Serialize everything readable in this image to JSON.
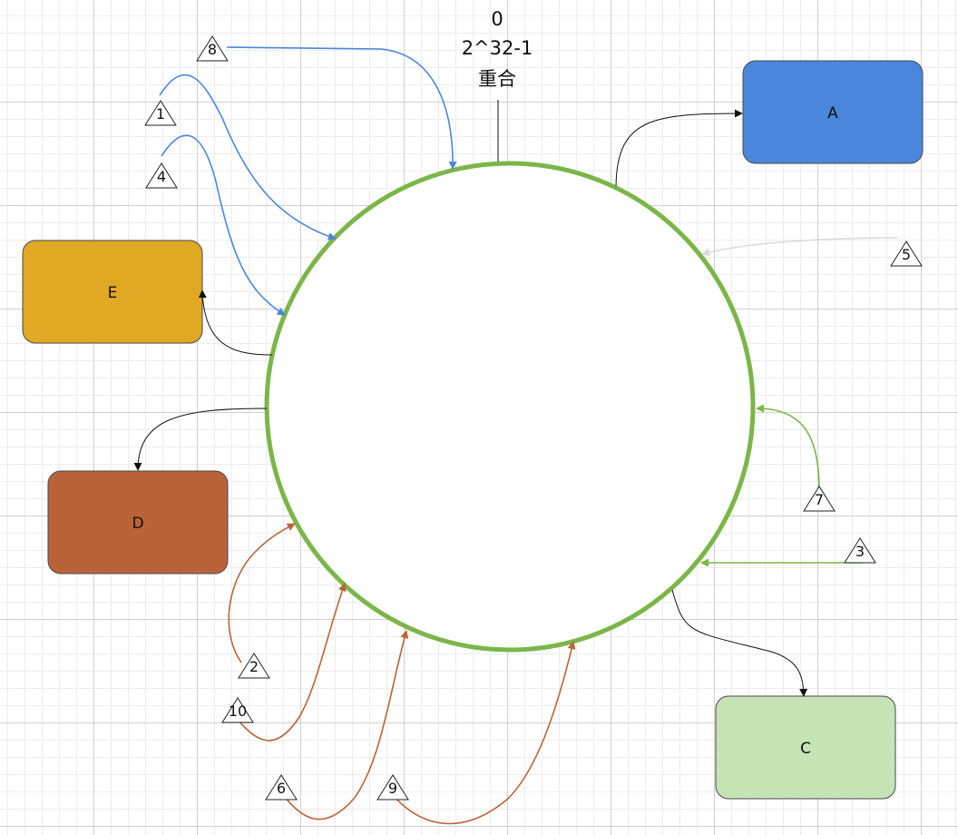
{
  "ring": {
    "color": "#7ab648",
    "zero_label": "0",
    "max_label": "2^32-1",
    "overlap_label": "重合"
  },
  "nodes": [
    {
      "id": "A",
      "label": "A",
      "color": "#4a86dc"
    },
    {
      "id": "C",
      "label": "C",
      "color": "#c5e3b4"
    },
    {
      "id": "D",
      "label": "D",
      "color": "#bb6338"
    },
    {
      "id": "E",
      "label": "E",
      "color": "#e0a823"
    }
  ],
  "requests": [
    {
      "label": "1",
      "color": "#4a86dc"
    },
    {
      "label": "2",
      "color": "#bb6338"
    },
    {
      "label": "3",
      "color": "#7ab648"
    },
    {
      "label": "4",
      "color": "#4a86dc"
    },
    {
      "label": "5",
      "color": "#d9d9d9"
    },
    {
      "label": "6",
      "color": "#bb6338"
    },
    {
      "label": "7",
      "color": "#7ab648"
    },
    {
      "label": "8",
      "color": "#4a86dc"
    },
    {
      "label": "9",
      "color": "#bb6338"
    },
    {
      "label": "10",
      "color": "#bb6338"
    }
  ]
}
